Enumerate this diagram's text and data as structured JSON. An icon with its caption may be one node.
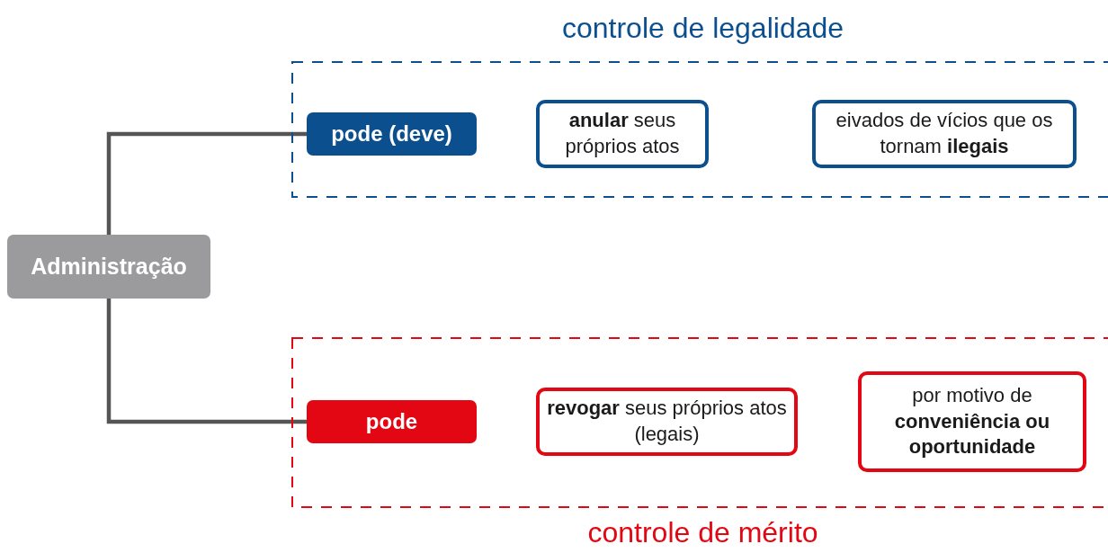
{
  "diagram": {
    "nodes": [
      {
        "text": [
          "Administração"
        ]
      },
      {
        "text": [
          "controle de legalidade"
        ]
      },
      {
        "text": [
          "pode (deve)"
        ],
        "in": 1
      },
      {
        "text": [
          "**anular** seus próprios atos"
        ],
        "in": 1
      },
      {
        "text": [
          "eivados de vícios que os tornam **ilegais**"
        ],
        "in": 1
      },
      {
        "text": [
          "controle de mérito"
        ]
      },
      {
        "text": [
          "pode"
        ],
        "in": 5
      },
      {
        "text": [
          "**revogar** seus próprios atos (legais)"
        ],
        "in": 5
      },
      {
        "text": [
          "por motivo de **conveniência ou oportunidade**"
        ],
        "in": 5
      }
    ],
    "edges": [
      {
        "from": 0,
        "to": 2,
        "arrow": "none"
      },
      {
        "from": 0,
        "to": 6,
        "arrow": "none"
      }
    ]
  }
}
